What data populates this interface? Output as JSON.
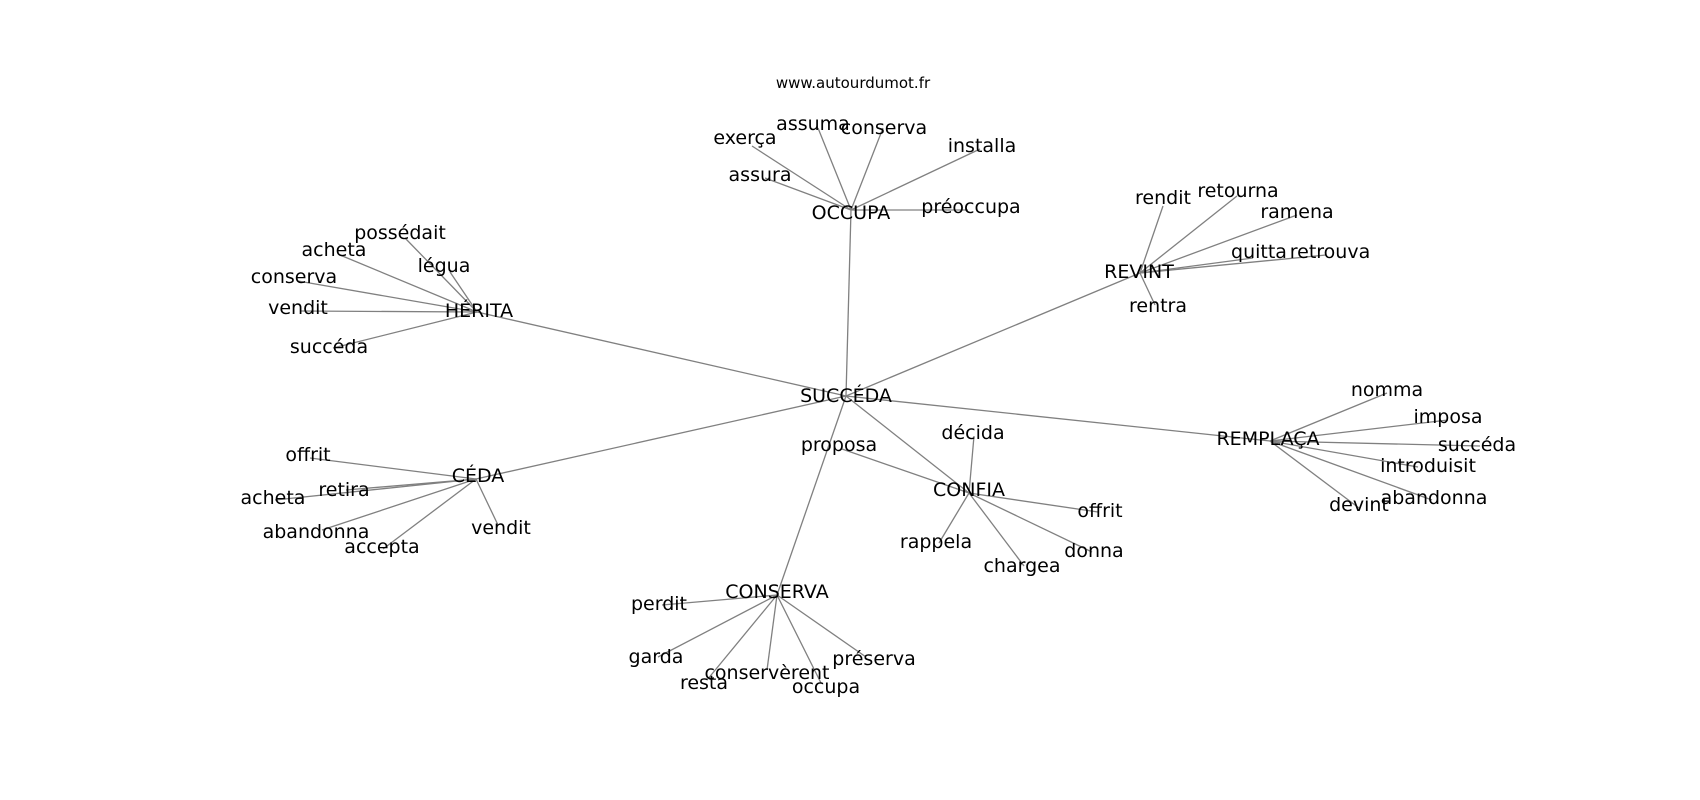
{
  "site": "www.autourdumot.fr",
  "graph": {
    "center": "SUCCÉDA",
    "clusters": [
      {
        "hub": "OCCUPA",
        "leaves": [
          "exerça",
          "assuma",
          "conserva",
          "installa",
          "assura",
          "préoccupa"
        ]
      },
      {
        "hub": "HÉRITA",
        "leaves": [
          "possédait",
          "acheta",
          "légua",
          "conserva",
          "vendit",
          "succéda"
        ]
      },
      {
        "hub": "REVINT",
        "leaves": [
          "rendit",
          "retourna",
          "ramena",
          "quitta",
          "retrouva",
          "rentra"
        ]
      },
      {
        "hub": "REMPLAÇA",
        "leaves": [
          "nomma",
          "imposa",
          "succéda",
          "introduisit",
          "abandonna",
          "devint"
        ]
      },
      {
        "hub": "CÉDA",
        "leaves": [
          "offrit",
          "retira",
          "acheta",
          "abandonna",
          "accepta",
          "vendit"
        ]
      },
      {
        "hub": "CONFIA",
        "leaves": [
          "décida",
          "proposa",
          "offrit",
          "rappela",
          "chargea",
          "donna"
        ]
      },
      {
        "hub": "CONSERVA",
        "leaves": [
          "perdit",
          "garda",
          "resta",
          "conservèrent",
          "occupa",
          "préserva"
        ]
      }
    ]
  }
}
